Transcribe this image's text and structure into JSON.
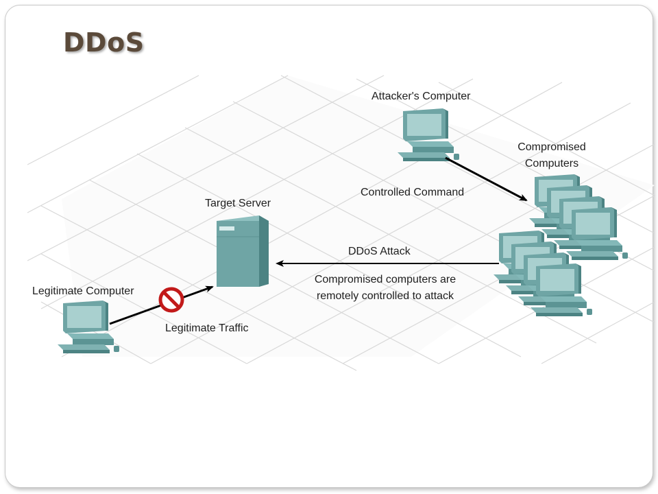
{
  "slide": {
    "title": "DDoS"
  },
  "diagram": {
    "attacker_label": "Attacker's Computer",
    "compromised_label_line1": "Compromised",
    "compromised_label_line2": "Computers",
    "controlled_command_label": "Controlled Command",
    "target_server_label": "Target Server",
    "ddos_attack_label": "DDoS Attack",
    "remote_control_line1": "Compromised computers are",
    "remote_control_line2": "remotely controlled to attack",
    "legitimate_computer_label": "Legitimate Computer",
    "legitimate_traffic_label": "Legitimate Traffic",
    "colors": {
      "computer_fill": "#6fa5a5",
      "computer_screen": "#a9d0cf",
      "computer_dark": "#4c8383",
      "grid_line": "#d6d6d6",
      "prohibit_red": "#c21a1a",
      "arrow": "#000000"
    }
  }
}
